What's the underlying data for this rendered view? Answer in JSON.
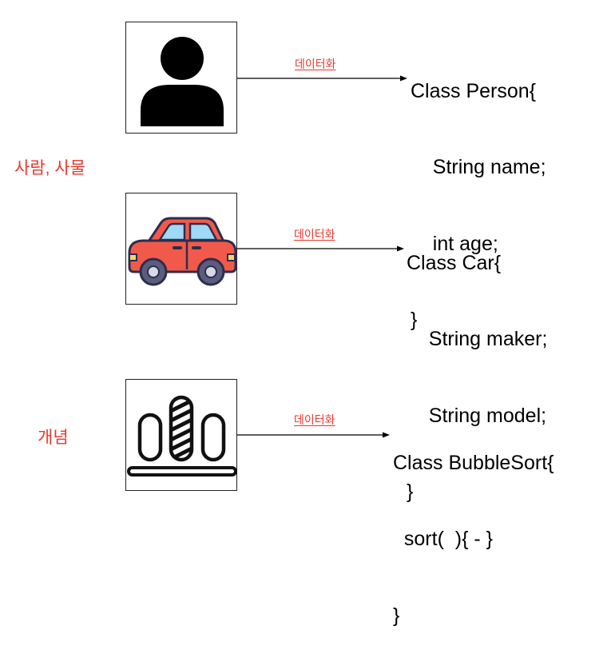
{
  "labels": {
    "things": "사람, 사물",
    "concept": "개념"
  },
  "rows": [
    {
      "arrow_label": "데이터화",
      "code": [
        "Class Person{",
        "    String name;",
        "    int age;",
        "}"
      ],
      "icon": "person-icon"
    },
    {
      "arrow_label": "데이터화",
      "code": [
        "Class Car{",
        "    String maker;",
        "    String model;",
        "}"
      ],
      "icon": "car-icon"
    },
    {
      "arrow_label": "데이터화",
      "code": [
        "Class BubbleSort{",
        "  sort(  ){ - }",
        "}"
      ],
      "icon": "bar-sort-icon"
    }
  ],
  "colors": {
    "accent_red": "#e8382d",
    "car_body": "#f15a4a",
    "car_window": "#9fd9f5",
    "wheel": "#5b5d7e"
  }
}
